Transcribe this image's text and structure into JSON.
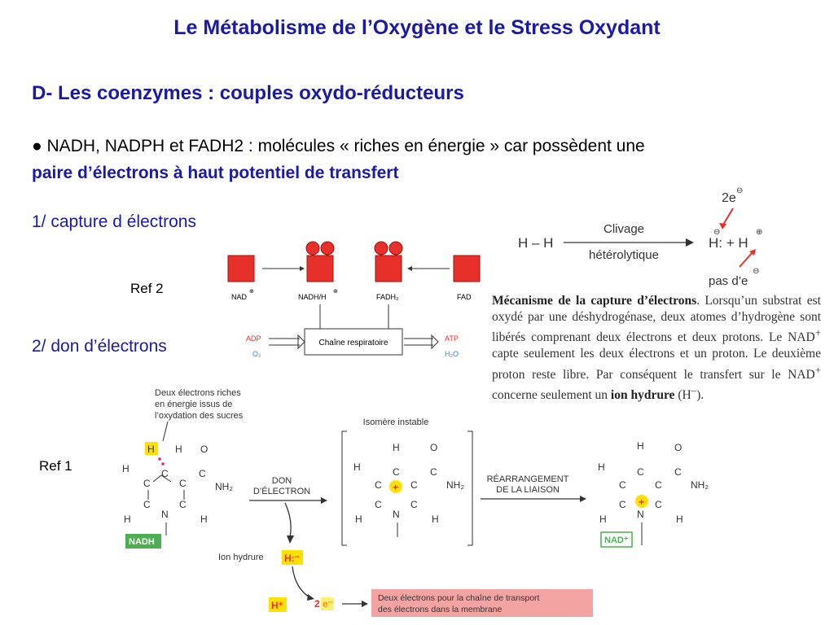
{
  "slide": {
    "title": "Le Métabolisme de l’Oxygène et le Stress Oxydant",
    "section": "D- Les coenzymes : couples oxydo-réducteurs",
    "bullet_text": "● NADH, NADPH et FADH2 : molécules « riches en énergie » car possèdent une",
    "bullet_emphasis": "paire d’électrons à haut potentiel de transfert",
    "sub1": "1/ capture d électrons",
    "sub2": "2/ don d’électrons",
    "ref2": "Ref 2",
    "ref1": "Ref 1"
  },
  "diagram_top": {
    "nad": "NAD",
    "nadh": "NADH/H",
    "fadh2": "FADH₂",
    "fad": "FAD",
    "plus": "⊕",
    "chain": "Chaîne respiratoire",
    "adp": "ADP",
    "o2": "O₂",
    "atp": "ATP",
    "h2o": "H₂O"
  },
  "cleavage": {
    "hh": "H – H",
    "label1": "Clivage",
    "label2": "hétérolytique",
    "products": "H:  +  H",
    "two_e": "2e",
    "pas_de": "pas d’e",
    "minus": "⊖",
    "plus": "⊕"
  },
  "description": {
    "bold_start": "Mécanisme de la capture d’électrons",
    "text1": ". Lorsqu’un substrat est oxydé par une déshydrogénase, deux atomes d’hydrogène sont libérés comprenant deux électrons et deux protons. Le NAD",
    "sup1": "+",
    "text2": " capte seulement les deux électrons et un proton. Le deuxième proton reste libre. Par conséquent le transfert sur le NAD",
    "sup2": "+",
    "text3": " concerne seulement un ",
    "bold_end": "ion hydrure",
    "text4": " (H",
    "sup3": "–",
    "text5": ")."
  },
  "mechanism": {
    "note": [
      "Deux électrons riches",
      "en énergie issus de",
      "l’oxydation des sucres"
    ],
    "isomer": "Isomère instable",
    "don1": "DON",
    "don2": "D’ÉLECTRON",
    "rearr1": "RÉARRANGEMENT",
    "rearr2": "DE LA LIAISON",
    "nadh_badge": "NADH",
    "nad_badge": "NAD⁺",
    "ion_hydrure": "Ion hydrure",
    "hydride": "H:⁻",
    "h_plus": "H⁺",
    "two_e": "2 e⁻",
    "transport": [
      "Deux électrons pour la chaîne de transport",
      "des électrons dans la membrane"
    ],
    "atoms": {
      "H": "H",
      "C": "C",
      "N": "N",
      "O": "O",
      "NH2": "NH₂",
      "plus": "+",
      "colon": ":"
    }
  },
  "colors": {
    "title_blue": "#1a1aa6",
    "red_box": "#e8302a",
    "nadh_green": "#4caf50",
    "pink_box": "#f4a3a3",
    "yellow": "#ffe100"
  }
}
